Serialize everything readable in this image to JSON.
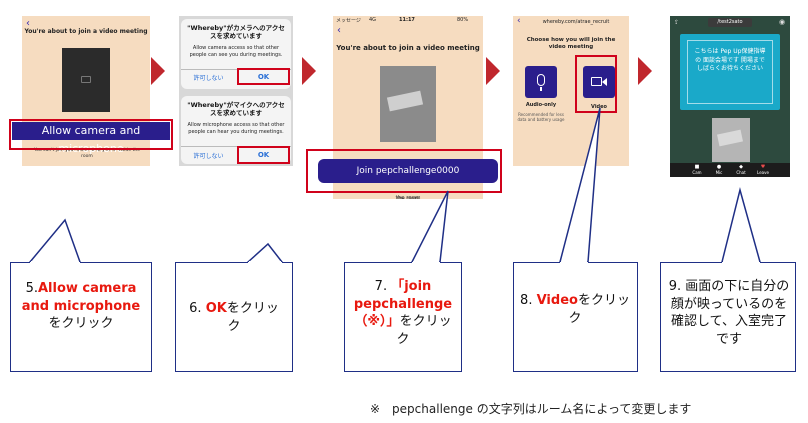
{
  "colors": {
    "accent_red": "#c0272d",
    "callout_border": "#1f2f86",
    "beige": "#f6dcc0",
    "button_navy": "#2a1e8c",
    "whereby_teal": "#1aa9c9"
  },
  "panel1": {
    "title": "You're about to join a video meeting",
    "button": "Allow camera and microphone",
    "footer": "You can't join your video or any time inside the room"
  },
  "panel2": {
    "dialog1": {
      "title": "\"Whereby\"がカメラへのアクセスを求めています",
      "body": "Allow camera access so that other people can see you during meetings.",
      "deny": "許可しない",
      "ok": "OK"
    },
    "dialog2": {
      "title": "\"Whereby\"がマイクへのアクセスを求めています",
      "body": "Allow microphone access so that other people can hear you during meetings.",
      "deny": "許可しない",
      "ok": "OK"
    }
  },
  "panel3": {
    "status_left": "メッセージ",
    "status_net": "4G",
    "status_time": "11:17",
    "status_battery": "80%",
    "title": "You're about to join a video meeting",
    "button": "Join pepchallenge0000",
    "footer": "the room"
  },
  "panel4": {
    "url": "whereby.com/atrae_recruit",
    "title": "Choose how you will join the video meeting",
    "audio_label": "Audio-only",
    "audio_sub": "Recommended for less data and battery usage",
    "video_label": "Video"
  },
  "panel5": {
    "room_name": "/test2sato",
    "message": "こちらは Pep Up保健指導の 面談会場です 開場まで しばらくお待ちください",
    "controls": [
      "Cam",
      "Mic",
      "Chat",
      "Leave"
    ]
  },
  "callouts": {
    "c1": {
      "num": "5.",
      "hl": "Allow camera and microphone",
      "rest": "をクリック"
    },
    "c2": {
      "num": "6. ",
      "hl": "OK",
      "rest": "をクリック"
    },
    "c3": {
      "num": "7. ",
      "hl": "「join pepchallenge（※）」",
      "rest": "をクリック"
    },
    "c4": {
      "num": "8. ",
      "hl": "Video",
      "rest": "をクリック"
    },
    "c5": {
      "text": "9. 画面の下に自分の顔が映っているのを確認して、入室完了です"
    }
  },
  "footnote": "※　pepchallenge の文字列はルーム名によって変更します"
}
